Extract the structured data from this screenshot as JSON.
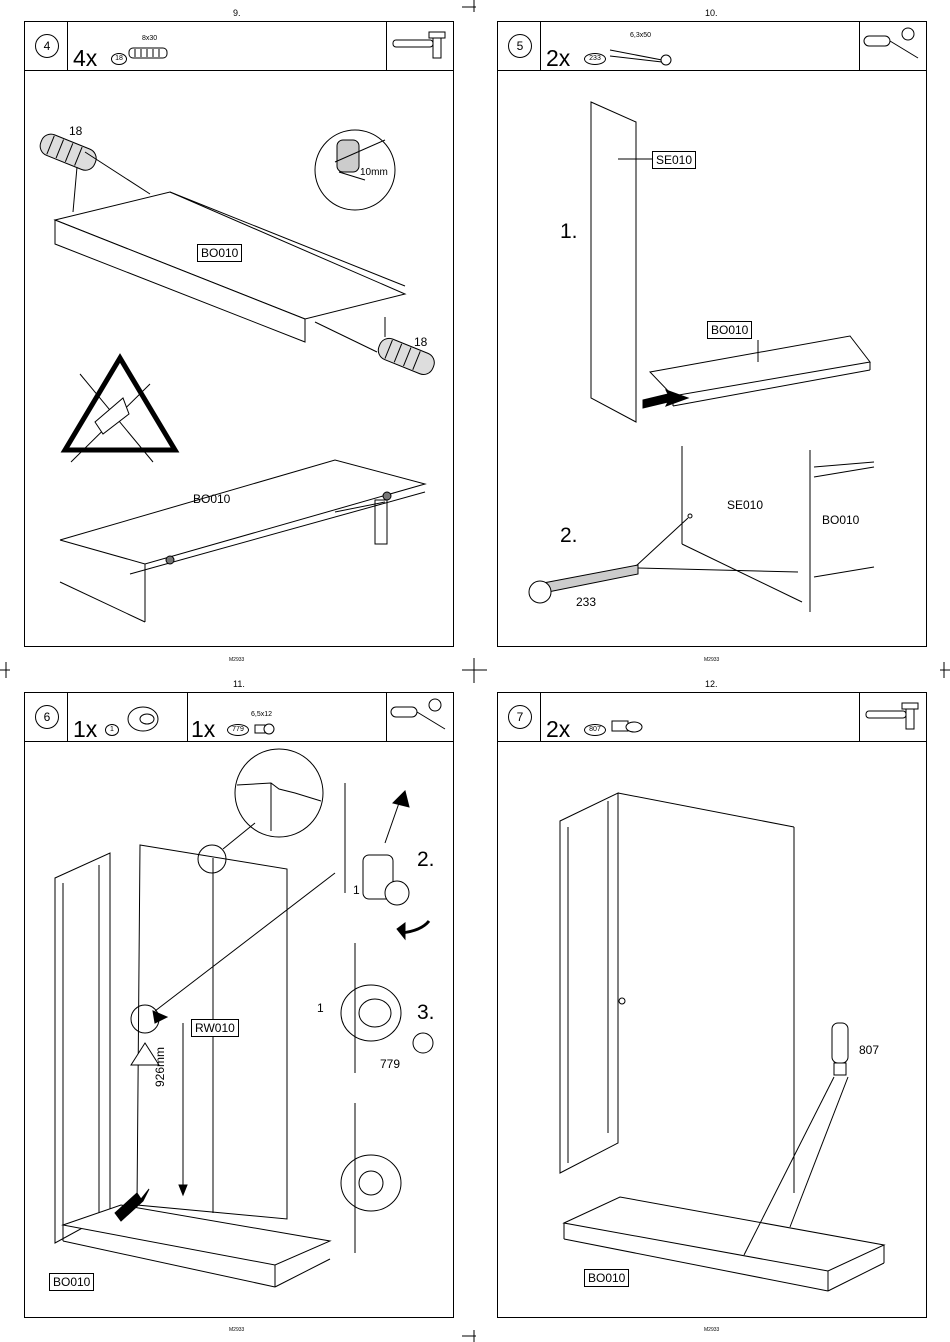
{
  "pages": [
    {
      "number": "9.",
      "footer": "M2933",
      "step": "4",
      "parts": [
        {
          "qty": "4x",
          "id": "18",
          "size": "8x30"
        }
      ],
      "labels": {
        "part_a": "18",
        "part_b": "18",
        "measure": "10mm",
        "board_a": "BO010",
        "board_b": "BO010"
      },
      "tool_icons": [
        "dowel-icon",
        "hammer-icon"
      ]
    },
    {
      "number": "10.",
      "footer": "M2933",
      "step": "5",
      "parts": [
        {
          "qty": "2x",
          "id": "233",
          "size": "6,3x50"
        }
      ],
      "labels": {
        "panel": "SE010",
        "sub1": "1.",
        "board": "BO010",
        "sub2": "2.",
        "panel2": "SE010",
        "board2": "BO010",
        "screw": "233"
      },
      "tool_icons": [
        "screwdriver-icon",
        "cross-head-icon"
      ]
    },
    {
      "number": "11.",
      "footer": "M2933",
      "step": "6",
      "parts": [
        {
          "qty": "1x",
          "id": "1"
        },
        {
          "qty": "1x",
          "id": "779",
          "size": "6,5x12"
        }
      ],
      "labels": {
        "sub2": "2.",
        "sub3": "3.",
        "part1a": "1",
        "part1b": "1",
        "screw": "779",
        "back": "RW010",
        "measure": "926mm",
        "board": "BO010"
      },
      "tool_icons": [
        "screwdriver-icon",
        "cross-head-icon"
      ]
    },
    {
      "number": "12.",
      "footer": "M2933",
      "step": "7",
      "parts": [
        {
          "qty": "2x",
          "id": "807"
        }
      ],
      "labels": {
        "pin": "807",
        "board": "BO010"
      },
      "tool_icons": [
        "dowel-icon",
        "hammer-icon"
      ]
    }
  ]
}
